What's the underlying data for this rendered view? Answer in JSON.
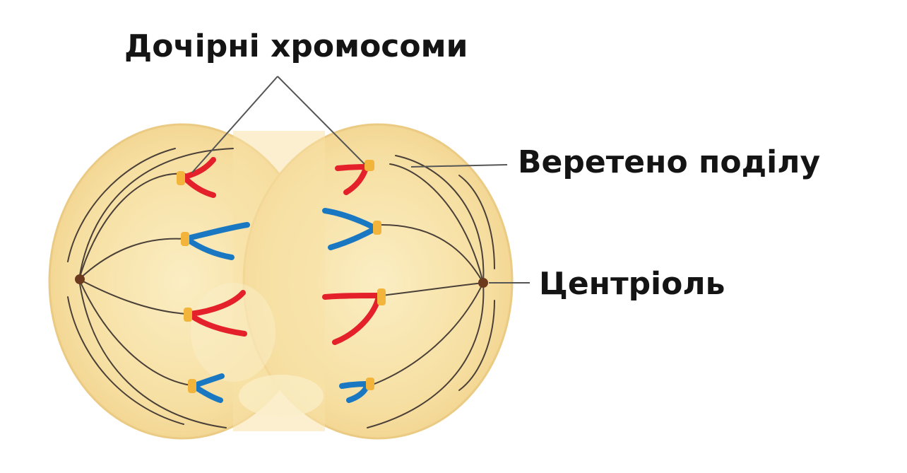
{
  "labels": {
    "daughter_chromosomes": "Дочірні хромосоми",
    "spindle": "Веретено поділу",
    "centriole": "Центріоль"
  },
  "colors": {
    "cell_fill": "#f6dfa2",
    "cell_edge": "#e9c67c",
    "spindle_fiber": "#4a4038",
    "centriole": "#6b3a1e",
    "chromosome_red": "#e4202a",
    "chromosome_blue": "#1a78c2",
    "centromere": "#f2b43a",
    "leader_line": "#555555"
  }
}
